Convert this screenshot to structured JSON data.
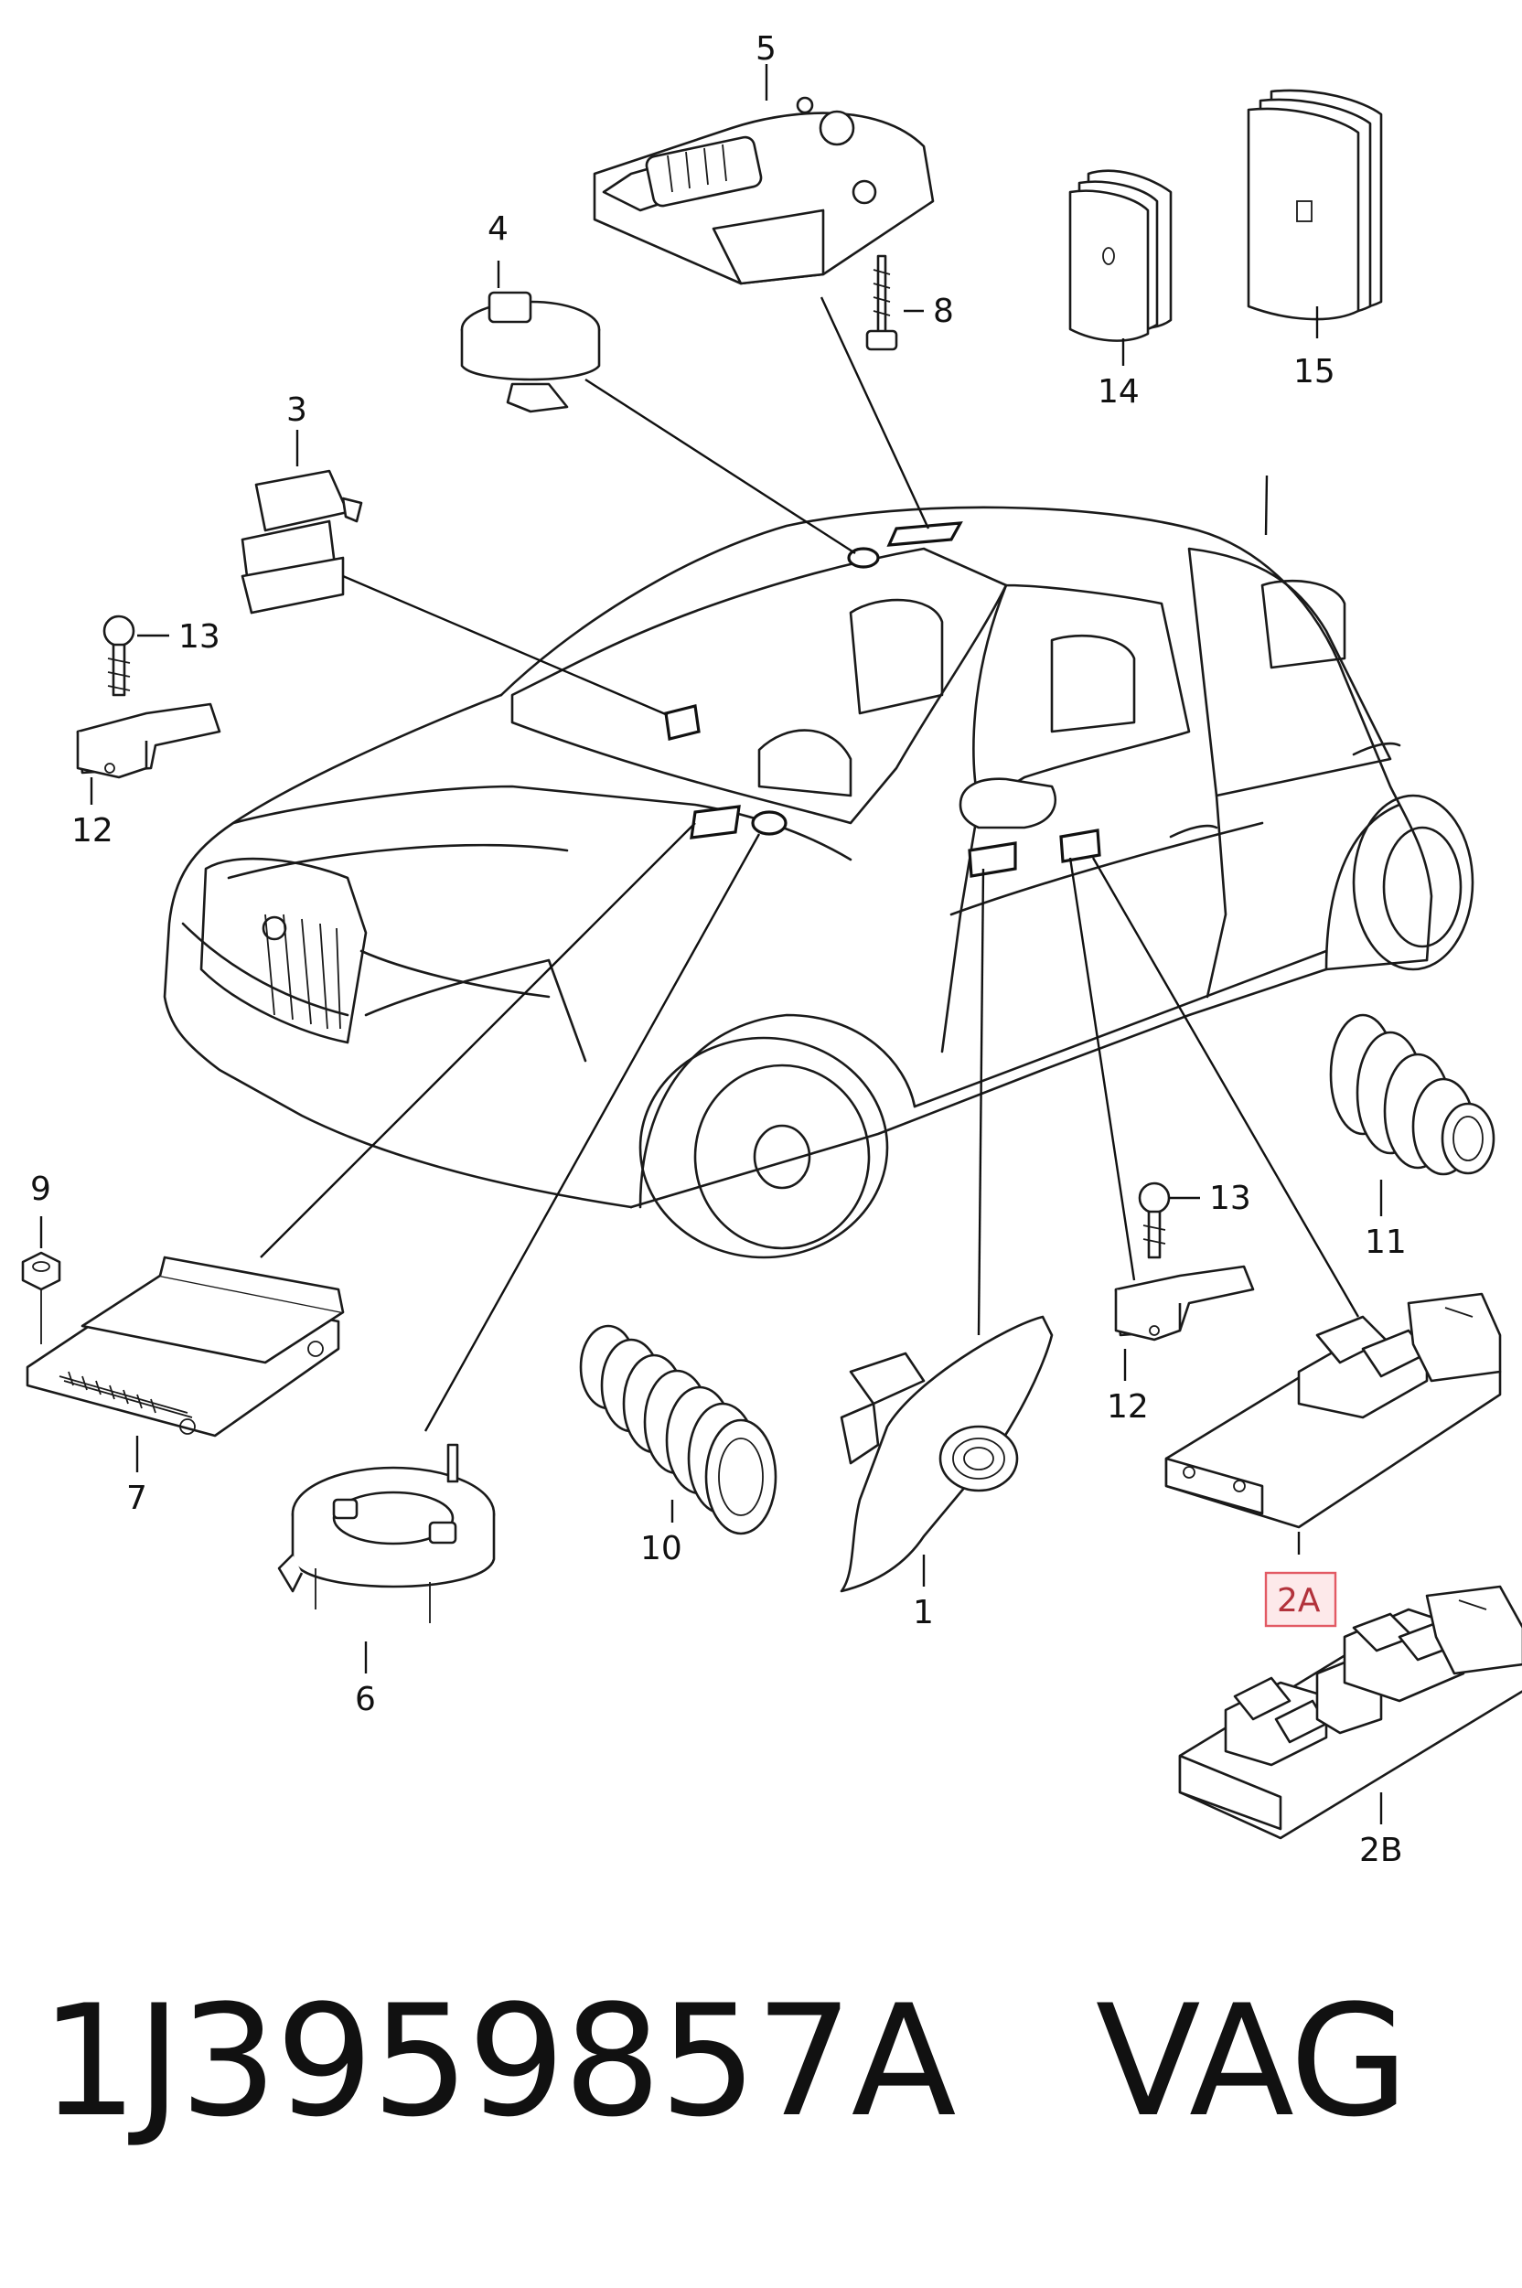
{
  "diagram": {
    "callouts": [
      {
        "id": "5",
        "label": "5"
      },
      {
        "id": "4",
        "label": "4"
      },
      {
        "id": "8",
        "label": "8"
      },
      {
        "id": "14",
        "label": "14"
      },
      {
        "id": "15",
        "label": "15"
      },
      {
        "id": "3",
        "label": "3"
      },
      {
        "id": "13a",
        "label": "13"
      },
      {
        "id": "12a",
        "label": "12"
      },
      {
        "id": "9",
        "label": "9"
      },
      {
        "id": "7",
        "label": "7"
      },
      {
        "id": "6",
        "label": "6"
      },
      {
        "id": "10",
        "label": "10"
      },
      {
        "id": "1",
        "label": "1"
      },
      {
        "id": "13b",
        "label": "13"
      },
      {
        "id": "12b",
        "label": "12"
      },
      {
        "id": "11",
        "label": "11"
      },
      {
        "id": "2A",
        "label": "2A",
        "highlighted": true
      },
      {
        "id": "2B",
        "label": "2B"
      }
    ],
    "highlight_color": "#e25a64"
  },
  "footer": {
    "part_number": "1J3959857A",
    "brand": "VAG"
  }
}
